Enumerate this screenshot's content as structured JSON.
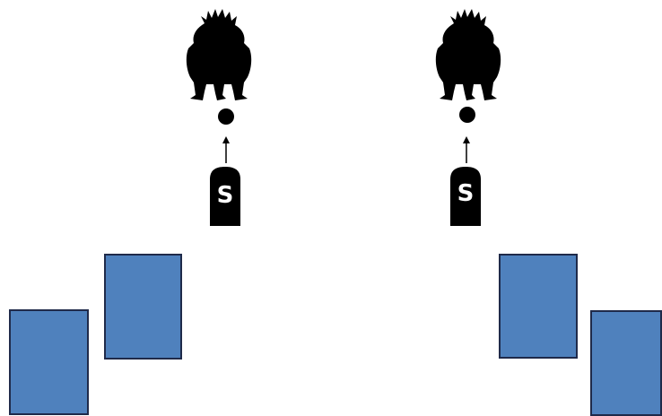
{
  "palette": {
    "background": "#ffffff",
    "figure": "#000000",
    "block_fill": "#4f81bd",
    "block_stroke": "#1f2a4a",
    "token_text": "#ffffff"
  },
  "scenes": [
    {
      "id": "left",
      "figure_icon": "creature-silhouette-icon",
      "ball_icon": "ball-icon",
      "arrow_icon": "up-arrow-icon",
      "token_icon": "tombstone-token-icon",
      "token_label": "S"
    },
    {
      "id": "right",
      "figure_icon": "creature-silhouette-icon",
      "ball_icon": "ball-icon",
      "arrow_icon": "up-arrow-icon",
      "token_icon": "tombstone-token-icon",
      "token_label": "S"
    }
  ],
  "blocks": {
    "left_group_count": 2,
    "right_group_count": 2
  }
}
